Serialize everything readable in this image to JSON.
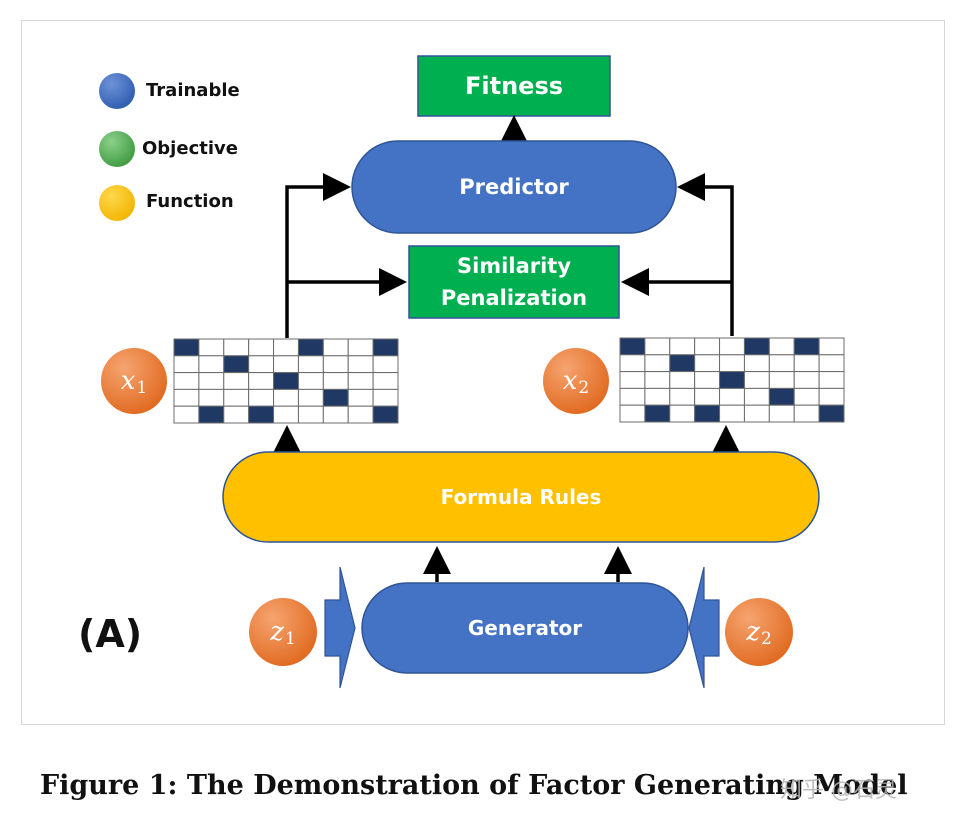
{
  "legend": [
    {
      "label": "Trainable",
      "color": "#4472C4"
    },
    {
      "label": "Objective",
      "color": "#5CB55C"
    },
    {
      "label": "Function",
      "color": "#FFC000"
    }
  ],
  "nodes": {
    "fitness": "Fitness",
    "predictor": "Predictor",
    "similarity_line1": "Similarity",
    "similarity_line2": "Penalization",
    "formula_rules": "Formula Rules",
    "generator": "Generator"
  },
  "variables": {
    "x1": {
      "symbol": "x",
      "subscript": "1"
    },
    "x2": {
      "symbol": "x",
      "subscript": "2"
    },
    "z1": {
      "symbol": "z",
      "subscript": "1"
    },
    "z2": {
      "symbol": "z",
      "subscript": "2"
    }
  },
  "panel_label": "(A)",
  "caption": "Figure 1: The Demonstration of Factor Generating Model",
  "watermark": "知乎 @石灵",
  "colors": {
    "trainable": "#4472C4",
    "objective": "#00B050",
    "function": "#FFC000",
    "variable": "#ED7D31",
    "matrix_fill": "#1F3864"
  },
  "matrix": {
    "rows": 5,
    "cols": 9,
    "filled_x1": [
      [
        0,
        0
      ],
      [
        0,
        5
      ],
      [
        0,
        8
      ],
      [
        1,
        2
      ],
      [
        2,
        4
      ],
      [
        3,
        6
      ],
      [
        4,
        1
      ],
      [
        4,
        3
      ],
      [
        4,
        8
      ]
    ],
    "filled_x2": [
      [
        0,
        0
      ],
      [
        0,
        5
      ],
      [
        0,
        7
      ],
      [
        1,
        2
      ],
      [
        2,
        4
      ],
      [
        3,
        6
      ],
      [
        4,
        1
      ],
      [
        4,
        3
      ],
      [
        4,
        8
      ]
    ]
  }
}
